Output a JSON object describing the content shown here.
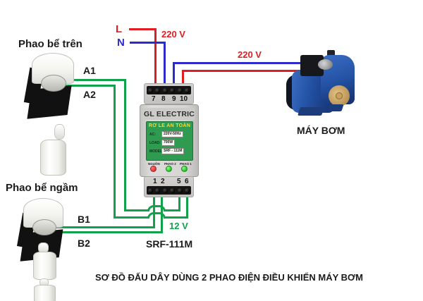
{
  "colors": {
    "live_wire_red": "#e11c22",
    "neutral_wire_blue": "#2b2bd0",
    "float_wire_green": "#12a24b",
    "relay_panel_green": "#2f9b50",
    "relay_title_yellow": "#ffd92b",
    "led_red": "#e5323a",
    "led_green": "#22c522"
  },
  "labels": {
    "float_top": "Phao bể trên",
    "float_bottom": "Phao bể ngầm",
    "wire_a1": "A1",
    "wire_a2": "A2",
    "wire_b1": "B1",
    "wire_b2": "B2",
    "line": "L",
    "neutral": "N",
    "voltage_mains": "220 V",
    "voltage_pump": "220 V",
    "voltage_float": "12 V",
    "relay_model_caption": "SRF-111M",
    "pump": "MÁY BƠM",
    "caption": "SƠ ĐỒ ĐẤU DÂY DÙNG 2 PHAO ĐIỆN ĐIỀU KHIỂN MÁY BƠM"
  },
  "relay": {
    "brand": "GL ELECTRIC",
    "panel_title": "RƠ LE AN TOÀN",
    "specs": [
      {
        "label": "AC:",
        "value": "220V-50Hz"
      },
      {
        "label": "LOAD:",
        "value": "700W"
      },
      {
        "label": "MODEL:",
        "value": "SRF - 111M"
      }
    ],
    "led_labels": [
      "NGUỒN",
      "PHAO 2",
      "PHAO 1"
    ],
    "terminals_top": [
      "7",
      "8",
      "9",
      "10"
    ],
    "terminals_bottom": [
      "1",
      "2",
      "5",
      "6"
    ]
  }
}
